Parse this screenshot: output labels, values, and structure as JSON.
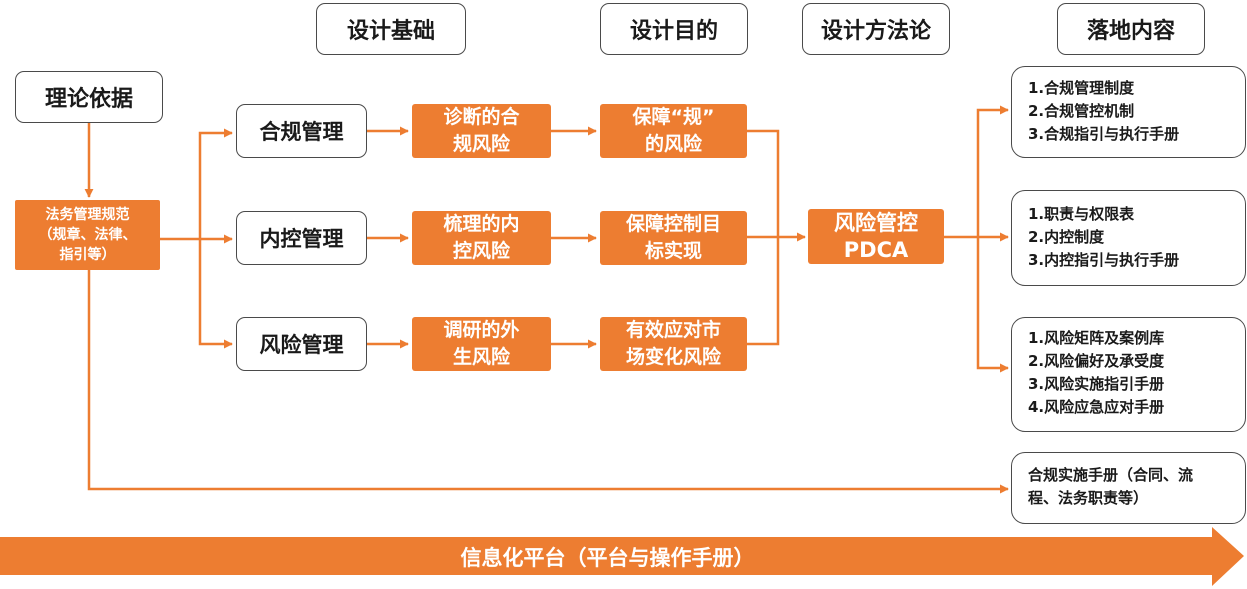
{
  "headers": {
    "basis": "设计基础",
    "purpose": "设计目的",
    "methodology": "设计方法论",
    "deliverables": "落地内容"
  },
  "theory": {
    "label": "理论依据",
    "source_lines": [
      "法务管理规范",
      "（规章、法律、",
      "指引等）"
    ]
  },
  "management": {
    "compliance": "合规管理",
    "internal_control": "内控管理",
    "risk": "风险管理"
  },
  "basis_items": {
    "compliance": [
      "诊断的合",
      "规风险"
    ],
    "internal_control": [
      "梳理的内",
      "控风险"
    ],
    "risk": [
      "调研的外",
      "生风险"
    ]
  },
  "purpose_items": {
    "compliance": [
      "保障“规”",
      "的风险"
    ],
    "internal_control": [
      "保障控制目",
      "标实现"
    ],
    "risk": [
      "有效应对市",
      "场变化风险"
    ]
  },
  "methodology": [
    "风险管控",
    "PDCA"
  ],
  "outputs": {
    "compliance": [
      "1.合规管理制度",
      "2.合规管控机制",
      "3.合规指引与执行手册"
    ],
    "internal_control": [
      "1.职责与权限表",
      "2.内控制度",
      "3.内控指引与执行手册"
    ],
    "risk": [
      "1.风险矩阵及案例库",
      "2.风险偏好及承受度",
      "3.风险实施指引手册",
      "4.风险应急应对手册"
    ],
    "manual": [
      "合规实施手册（合同、流",
      "程、法务职责等）"
    ]
  },
  "banner": "信息化平台（平台与操作手册）",
  "colors": {
    "accent": "#ed7d31",
    "border": "#4a4a4a",
    "text": "#1a1a1a"
  }
}
